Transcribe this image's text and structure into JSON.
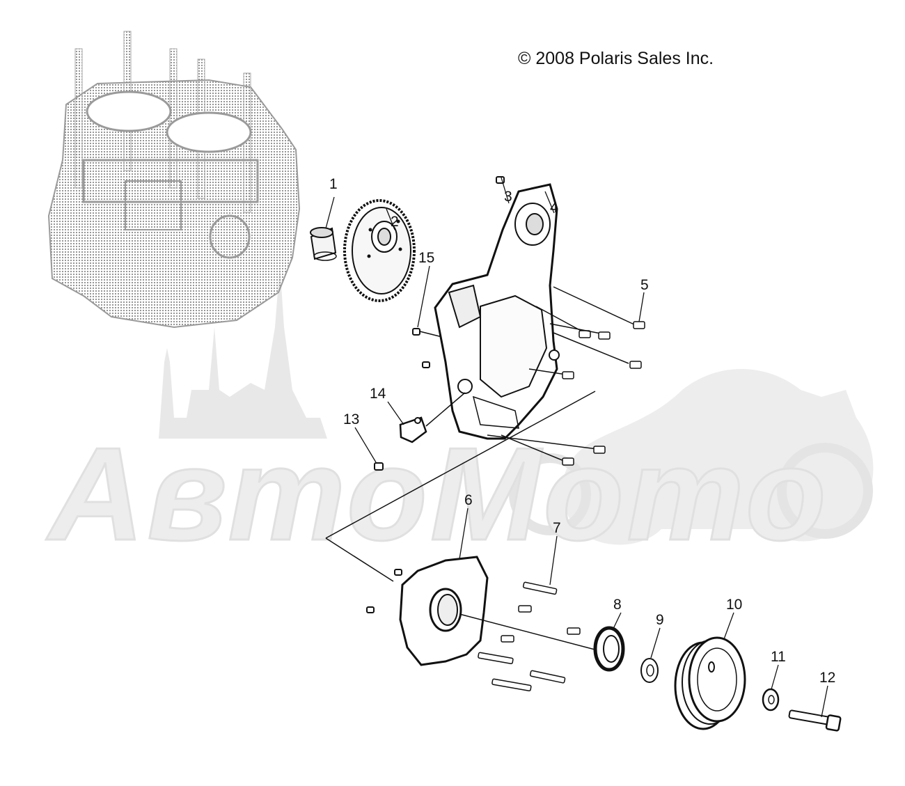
{
  "copyright": "© 2008 Polaris Sales Inc.",
  "watermark": "AвтоМото",
  "callouts": [
    "1",
    "2",
    "3",
    "4",
    "5",
    "6",
    "7",
    "8",
    "9",
    "10",
    "11",
    "12",
    "13",
    "14",
    "15"
  ]
}
